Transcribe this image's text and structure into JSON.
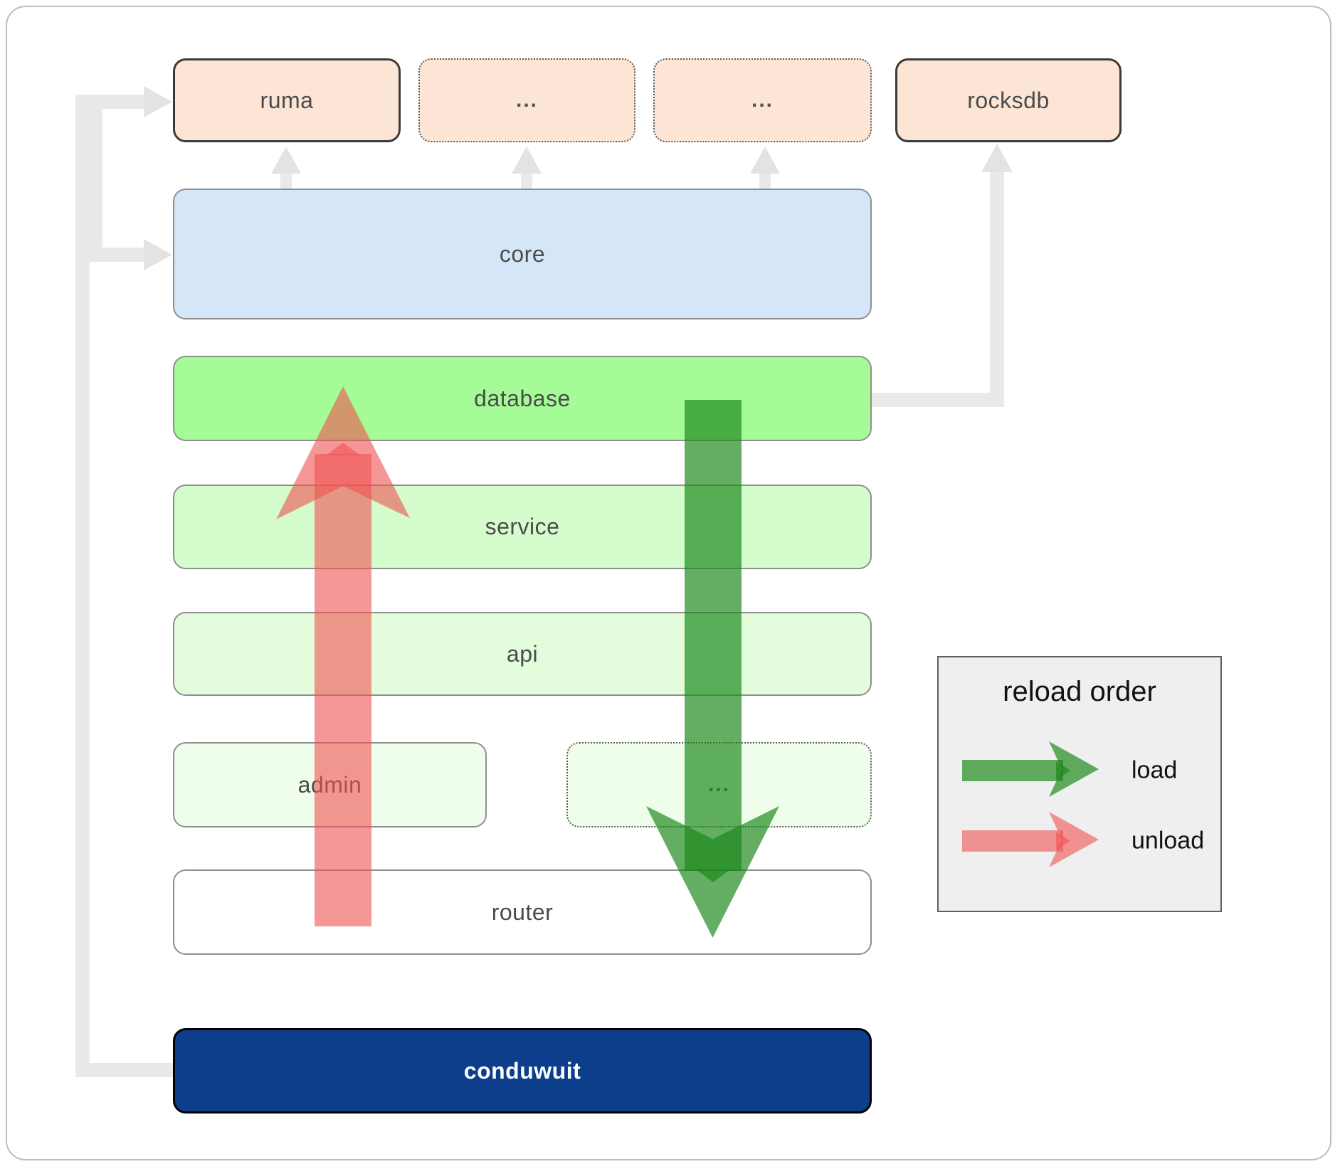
{
  "nodes": {
    "ruma": "ruma",
    "ellipsis_1": "...",
    "ellipsis_2": "...",
    "rocksdb": "rocksdb",
    "core": "core",
    "database": "database",
    "service": "service",
    "api": "api",
    "admin": "admin",
    "ellipsis_3": "...",
    "router": "router",
    "conduwuit": "conduwuit"
  },
  "legend": {
    "title": "reload order",
    "load_label": "load",
    "unload_label": "unload"
  },
  "colors": {
    "peach-fill": "#fce5d4",
    "core-fill": "#d6e6f9",
    "database-fill": "#a5fc96",
    "service-fill": "#d4fccc",
    "api-fill": "#e3fcdc",
    "admin-fill": "#effdeb",
    "router-fill": "#ffffff",
    "conduwuit-fill": "#0d3e8c",
    "conduwuit-text": "#ffffff",
    "box-border": "#8f8f8f",
    "dark-border": "#3b3b3b",
    "label-text": "#4b4b4b",
    "gray-arrow": "#e9e9e9",
    "legend-bg": "#efefef",
    "legend-border": "#5f5f5f",
    "arrow-green": "rgba(25,135,25,0.68)",
    "arrow-red": "rgba(240,82,82,0.60)"
  }
}
